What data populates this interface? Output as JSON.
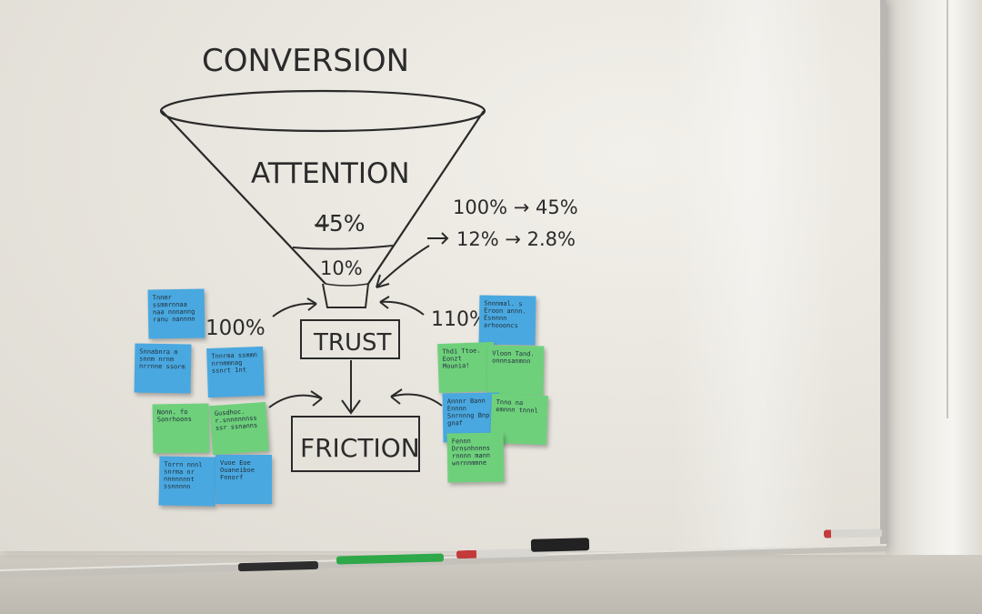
{
  "board": {
    "title": "CONVERSION",
    "stages": {
      "top": "ATTENTION",
      "top_value": "4̶5%",
      "middle_value": "10%",
      "box_one": "TRUST",
      "box_two": "FRICTION"
    },
    "left_value": "100%",
    "right_value": "110%",
    "flow_lines": [
      "100% → 45%",
      "12% → 2.8%"
    ]
  },
  "sticky_notes": [
    {
      "color": "blue",
      "text": "Tnnmr ssmmrnnaa naa nnnanng ranu nannnn"
    },
    {
      "color": "blue",
      "text": "Snnabnra m snnm nrnm nrrnne ssorm"
    },
    {
      "color": "blue",
      "text": "Tnnrma ssmmn nrnmmnag ssnrt 1nt"
    },
    {
      "color": "green",
      "text": "Nonn. fo Sonrhoons"
    },
    {
      "color": "green",
      "text": "Gusdhoc. r.snnnnnnss ssr ssnanns"
    },
    {
      "color": "blue",
      "text": "Torrn nnnl snrma nr nnnnnnnt ssnnnnn"
    },
    {
      "color": "blue",
      "text": "Vuoe Eoe Ouaneiboe Fnnorf"
    },
    {
      "color": "blue",
      "text": "Snnnmal. s Eroon annn. Esnnnn arhoooncs"
    },
    {
      "color": "green",
      "text": "Thdi Ttoe. Eonzt Mounia!"
    },
    {
      "color": "green",
      "text": "Vloon Tand. onnnsanmnn"
    },
    {
      "color": "blue",
      "text": "Annnr Bann Ennnn Snrnnng Bnp gnaf"
    },
    {
      "color": "green",
      "text": "Tnno na emnnn tnnnl"
    },
    {
      "color": "green",
      "text": "Fennn Drnsnhnnns rnnnn mann wnrnnmmne"
    }
  ]
}
